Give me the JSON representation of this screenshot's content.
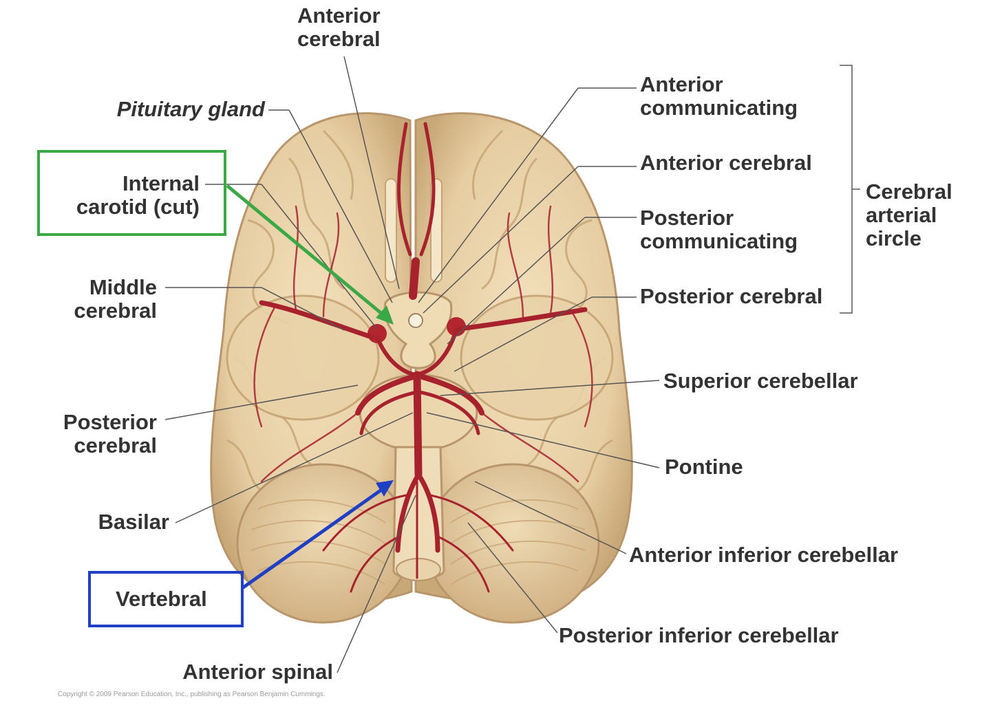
{
  "labels": {
    "anterior_cerebral_top": "Anterior\ncerebral",
    "pituitary_gland": "Pituitary gland",
    "internal_carotid": "Internal\ncarotid (cut)",
    "middle_cerebral": "Middle\ncerebral",
    "posterior_cerebral_left": "Posterior\ncerebral",
    "basilar": "Basilar",
    "vertebral": "Vertebral",
    "anterior_spinal": "Anterior spinal",
    "anterior_communicating": "Anterior\ncommunicating",
    "anterior_cerebral_right": "Anterior cerebral",
    "posterior_communicating": "Posterior\ncommunicating",
    "posterior_cerebral_right": "Posterior cerebral",
    "cerebral_arterial_circle": "Cerebral\narterial\ncircle",
    "superior_cerebellar": "Superior cerebellar",
    "pontine": "Pontine",
    "anterior_inferior_cerebellar": "Anterior inferior cerebellar",
    "posterior_inferior_cerebellar": "Posterior inferior cerebellar"
  },
  "copyright": "Copyright © 2009 Pearson Education, Inc., publishing as Pearson Benjamin Cummings.",
  "colors": {
    "highlight_internal_carotid": "#3aa845",
    "highlight_vertebral": "#1f3fc4",
    "artery": "#a8222e",
    "brain": "#e6cda2",
    "label_text": "#333333"
  }
}
